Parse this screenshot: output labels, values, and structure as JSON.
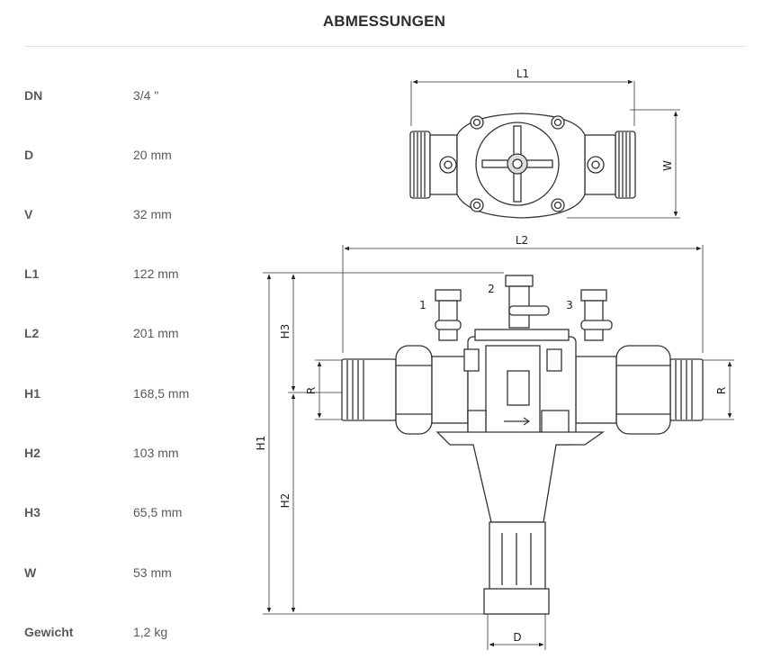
{
  "page": {
    "title": "ABMESSUNGEN"
  },
  "specs": [
    {
      "label": "DN",
      "value": "3/4 \""
    },
    {
      "label": "D",
      "value": "20 mm"
    },
    {
      "label": "V",
      "value": "32 mm"
    },
    {
      "label": "L1",
      "value": "122 mm"
    },
    {
      "label": "L2",
      "value": "201 mm"
    },
    {
      "label": "H1",
      "value": "168,5 mm"
    },
    {
      "label": "H2",
      "value": "103 mm"
    },
    {
      "label": "H3",
      "value": "65,5 mm"
    },
    {
      "label": "W",
      "value": "53 mm"
    },
    {
      "label": "Gewicht",
      "value": "1,2 kg"
    }
  ],
  "drawing": {
    "dim_labels": {
      "l1": "L1",
      "l2": "L2",
      "w": "W",
      "h1": "H1",
      "h2": "H2",
      "h3": "H3",
      "r": "R",
      "d": "D"
    },
    "port_labels": [
      "1",
      "2",
      "3"
    ]
  }
}
